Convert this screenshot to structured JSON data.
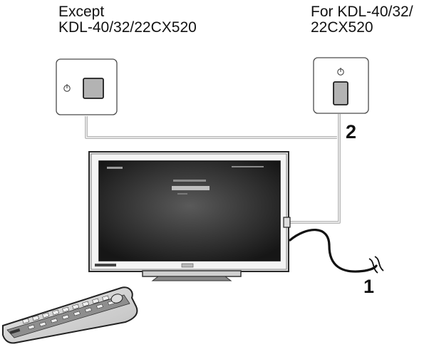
{
  "labels": {
    "left_line1": "Except",
    "left_line2": "KDL-40/32/22CX520",
    "right_line1": "For KDL-40/32/",
    "right_line2": "22CX520"
  },
  "steps": {
    "step_1": "1",
    "step_2": "2"
  },
  "icons": {
    "power_symbol": "⏻"
  },
  "colors": {
    "line": "#bdbdbd",
    "outline": "#222222",
    "screen": "#1a1a1a"
  }
}
